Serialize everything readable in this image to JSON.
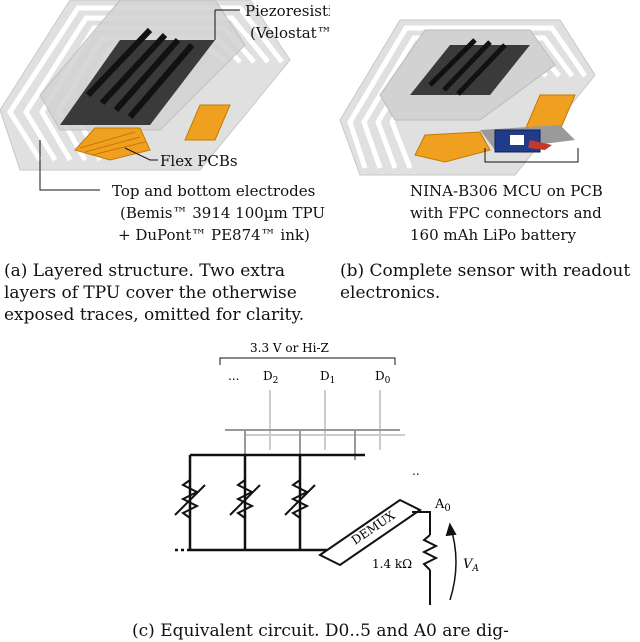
{
  "panel_a": {
    "label_sheet_line1": "Piezoresistive sheet",
    "label_sheet_line2": "(Velostat™)",
    "label_flex": "Flex PCBs",
    "label_electrodes_line1": "Top and bottom electrodes",
    "label_electrodes_line2": "(Bemis™ 3914 100µm TPU",
    "label_electrodes_line3": "+ DuPont™ PE874™ ink)",
    "caption": "(a) Layered structure. Two extra\nlayers of TPU cover the otherwise\nexposed traces, omitted for clarity."
  },
  "panel_b": {
    "label_line1": "NINA-B306 MCU on PCB",
    "label_line2": "with FPC connectors and",
    "label_line3": "160 mAh LiPo battery",
    "caption": "(b) Complete sensor with readout\nelectronics."
  },
  "panel_c": {
    "top_label": "3.3 V or Hi-Z",
    "col_dots": "...",
    "col_d2": "D",
    "col_d2_sub": "2",
    "col_d1": "D",
    "col_d1_sub": "1",
    "col_d0": "D",
    "col_d0_sub": "0",
    "row_dots": "...",
    "demux_label": "DEMUX",
    "demux_dots": "..",
    "a0": "A",
    "a0_sub": "0",
    "resistor": "1.4 kΩ",
    "va": "V",
    "va_sub": "A",
    "caption": "(c) Equivalent circuit. D0..5 and A0 are dig-"
  },
  "colors": {
    "electrode_gray": "#d9d9d9",
    "electrode_outline": "#bdbdbd",
    "sheet_dark": "#3a3a3a",
    "flex_orange": "#f0a020",
    "pcb_blue": "#1f3b8a"
  }
}
